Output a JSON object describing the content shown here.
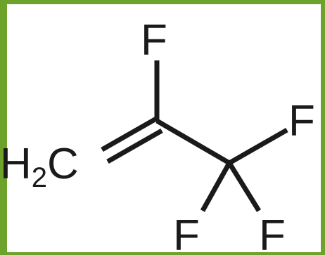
{
  "colors": {
    "frame": "#6ea32b",
    "ink": "#1a1a1a",
    "background": "#ffffff"
  },
  "molecule": {
    "atoms": {
      "h2c": {
        "element": "H",
        "count": "2",
        "carbon": "C"
      },
      "f_top": "F",
      "f_right": "F",
      "f_bottom_left": "F",
      "f_bottom_right": "F"
    }
  }
}
